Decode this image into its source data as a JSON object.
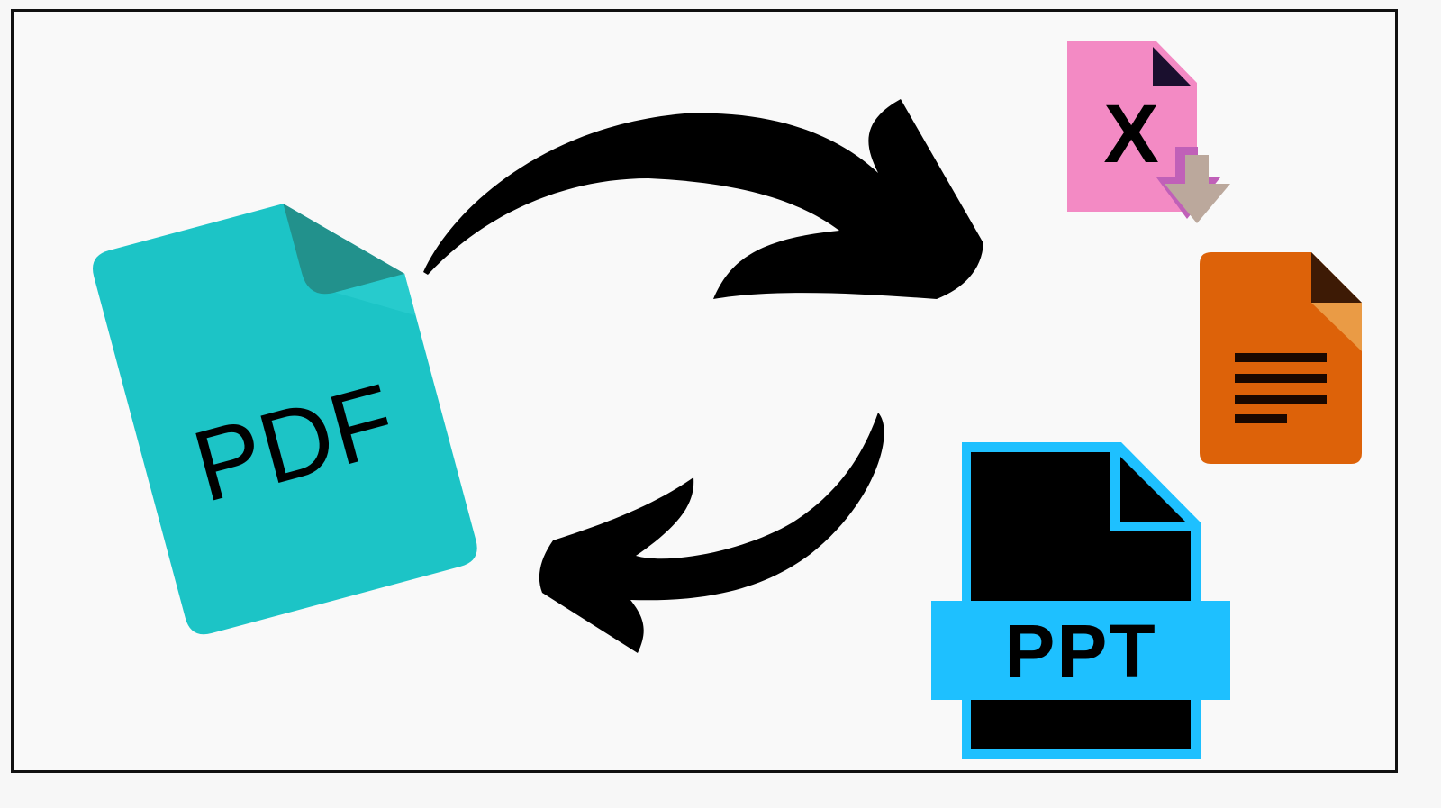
{
  "colors": {
    "background": "#f9f9f9",
    "border": "#111111",
    "pdf": "#1cc4c6",
    "pdf_fold": "#22918c",
    "excel": "#f38ac4",
    "excel_arrow": "#bba89c",
    "doc": "#dd6209",
    "doc_fold": "#ea9b45",
    "ppt": "#1ec0ff",
    "ppt_body": "#000000",
    "arrows": "#000000"
  },
  "icons": {
    "pdf": {
      "name": "pdf-file-icon",
      "label": "PDF"
    },
    "excel": {
      "name": "excel-file-icon",
      "label": "X"
    },
    "doc": {
      "name": "document-file-icon"
    },
    "ppt": {
      "name": "ppt-file-icon",
      "label": "PPT"
    }
  },
  "arrows": [
    {
      "name": "convert-forward-arrow"
    },
    {
      "name": "convert-back-arrow"
    }
  ]
}
